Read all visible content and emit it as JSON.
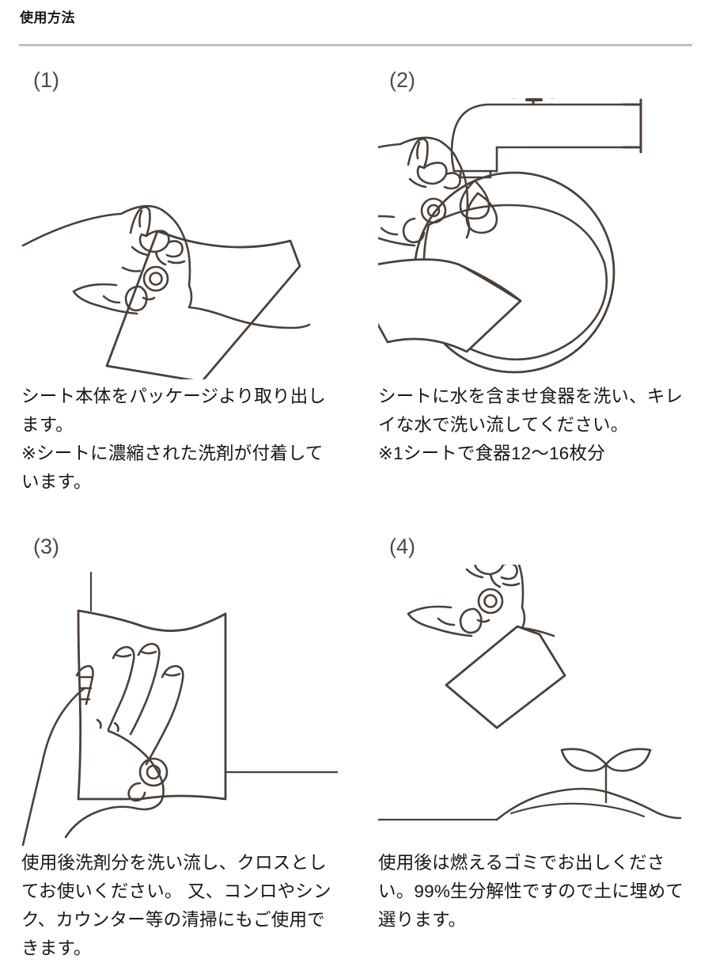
{
  "header": {
    "title": "使用方法"
  },
  "colors": {
    "ink": "#4a4038",
    "text": "#17171b",
    "rule": "#9a9a9a",
    "background": "#ffffff"
  },
  "steps": [
    {
      "number": "(1)",
      "illustration": "hand-pulling-sheet-from-package",
      "caption": "シート本体をパッケージより取り出します。\n※シートに濃縮された洗剤が付着しています。"
    },
    {
      "number": "(2)",
      "illustration": "hand-washing-plate-under-faucet",
      "caption": "シートに水を含ませ食器を洗い、キレイな水で洗い流してください。\n※1シートで食器12〜16枚分"
    },
    {
      "number": "(3)",
      "illustration": "hand-wiping-counter-with-sheet",
      "caption": "使用後洗剤分を洗い流し、クロスとしてお使いください。 又、コンロやシンク、カウンター等の清掃にもご使用できます。"
    },
    {
      "number": "(4)",
      "illustration": "hand-dropping-sheet-onto-soil-with-sprout",
      "caption": "使用後は燃えるゴミでお出しください。99%生分解性ですので土に埋めて選ります。"
    }
  ]
}
